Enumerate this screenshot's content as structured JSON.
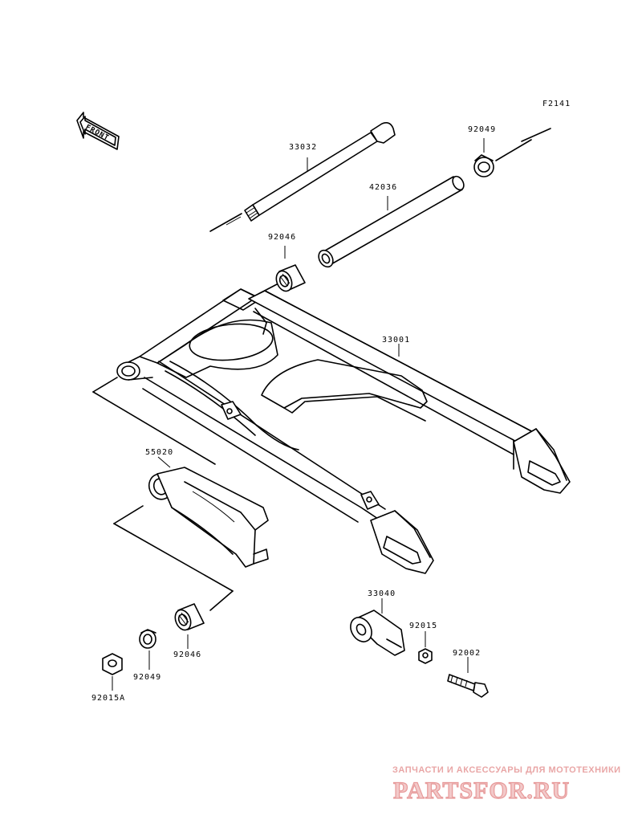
{
  "diagram": {
    "figure_code": "F2141",
    "front_label": "FRONT",
    "parts": [
      {
        "id": "shaft",
        "number": "33032"
      },
      {
        "id": "collar",
        "number": "42036"
      },
      {
        "id": "seal-right-top",
        "number": "92049"
      },
      {
        "id": "bearing-top",
        "number": "92046"
      },
      {
        "id": "swingarm",
        "number": "33001"
      },
      {
        "id": "guard",
        "number": "55020"
      },
      {
        "id": "chain-adjuster",
        "number": "33040"
      },
      {
        "id": "nut",
        "number": "92015"
      },
      {
        "id": "bolt",
        "number": "92002"
      },
      {
        "id": "bearing-bottom",
        "number": "92046"
      },
      {
        "id": "seal-bottom",
        "number": "92049"
      },
      {
        "id": "nut-bottom",
        "number": "92015A"
      }
    ]
  },
  "watermark": {
    "caption": "ЗАПЧАСТИ И АКСЕССУАРЫ ДЛЯ МОТОТЕХНИКИ",
    "brand": "PARTSFOR.RU",
    "color": "#e9a6a6"
  }
}
